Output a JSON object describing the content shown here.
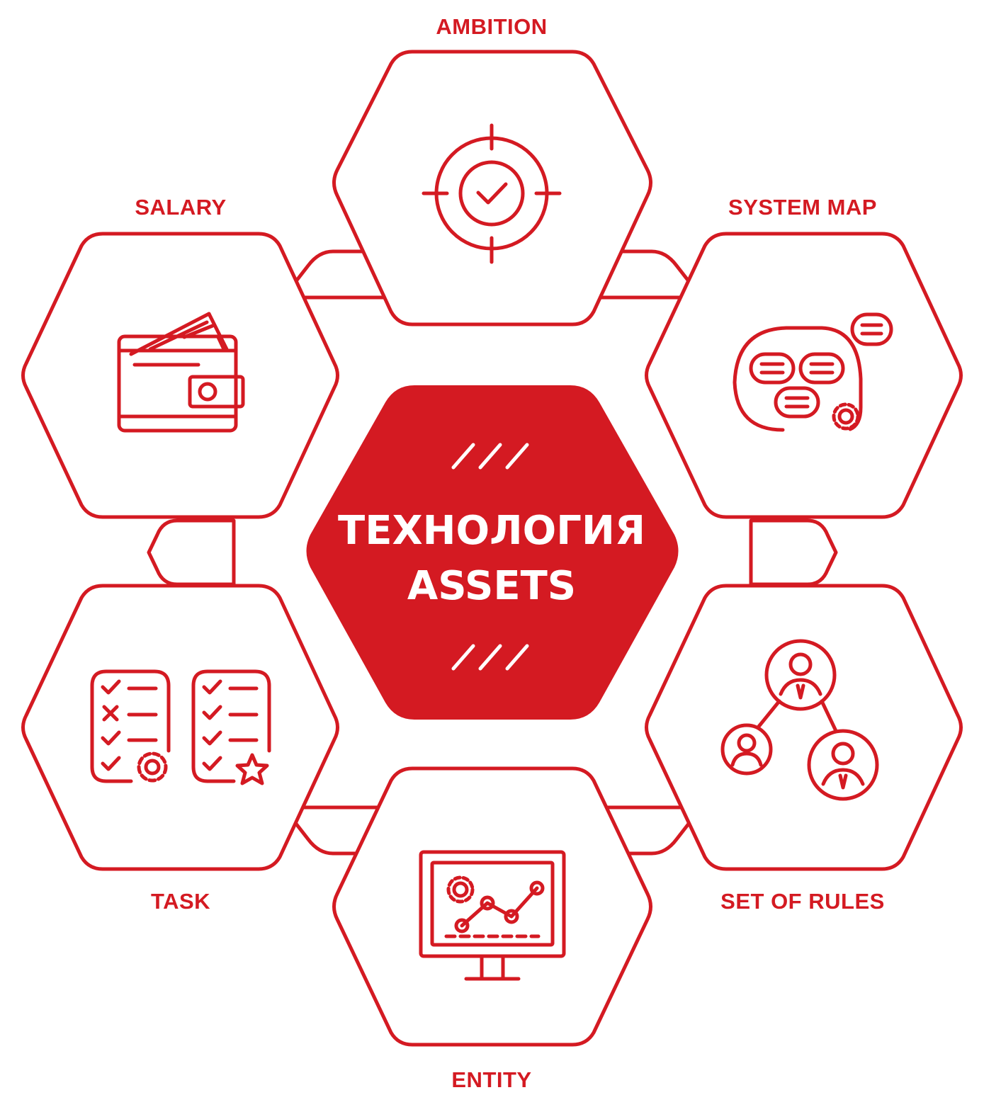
{
  "center": {
    "line1": "ТЕХНОЛОГИЯ",
    "line2": "ASSETS",
    "fill_color": "#d41a22",
    "text_color": "#ffffff"
  },
  "labels": {
    "ambition": "AMBITION",
    "salary": "SALARY",
    "system_map": "SYSTEM MAP",
    "task": "TASK",
    "set_of_rules": "SET OF RULES",
    "entity": "ENTITY"
  },
  "icons": {
    "ambition": "target-check-icon",
    "salary": "wallet-icon",
    "system_map": "system-map-icon",
    "task": "checklist-icon",
    "set_of_rules": "org-structure-icon",
    "entity": "monitor-chart-icon"
  },
  "accent_color": "#d41a22"
}
